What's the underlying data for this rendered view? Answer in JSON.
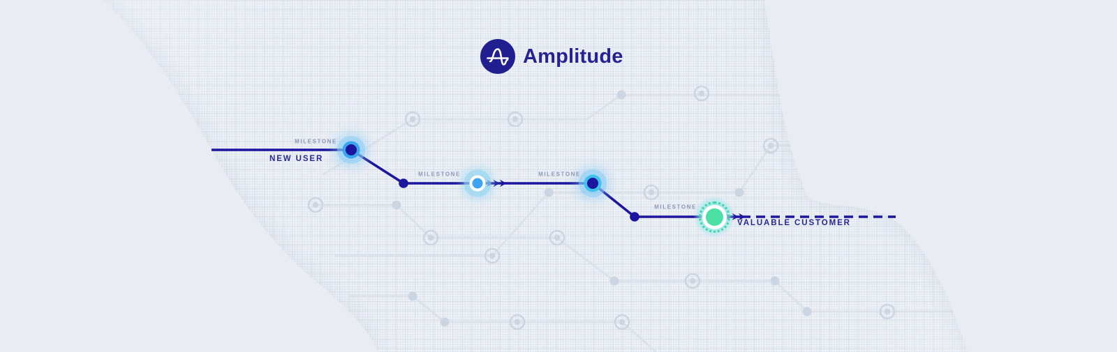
{
  "brand": {
    "name": "Amplitude",
    "icon": "amplitude-logo-icon",
    "logo_color": "#211e90",
    "text_color": "#262292"
  },
  "journey": {
    "milestones": [
      {
        "label": "MILESTONE",
        "title": "NEW USER",
        "node": "navy-dot-blue-ring"
      },
      {
        "label": "MILESTONE",
        "title": "",
        "node": "blue-dot-white-ring"
      },
      {
        "label": "MILESTONE",
        "title": "",
        "node": "navy-dot-cyan-ring"
      },
      {
        "label": "MILESTONE",
        "title": "VALUABLE CUSTOMER",
        "node": "green-dot-white-ring-dotted-halo"
      }
    ],
    "path_style": "solid navy line ending in dashed navy line",
    "arrow_groups": 2
  },
  "colors": {
    "path_navy": "#1b169d",
    "label_gray": "#8d98b5",
    "title_navy": "#282896",
    "node_blue": "#3fa3f2",
    "node_blue_ring": "#3da4f0",
    "node_cyan_ring": "#3fc3ec",
    "node_green": "#4ce0a4",
    "glow_blue": "#bfe4f6",
    "glow_cyan": "#96e5ec",
    "background": "#eef1f6",
    "blob": "#e9edf3",
    "circuit_gray": "#dbe2ea",
    "grid_gray": "#dfe5ee"
  }
}
